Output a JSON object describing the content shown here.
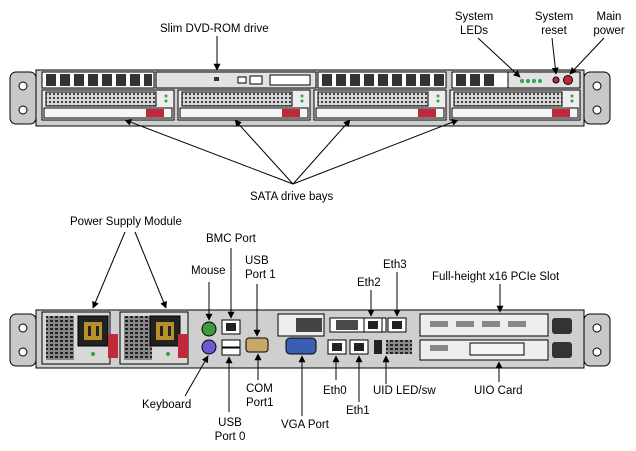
{
  "labels": {
    "slim_dvd": "Slim DVD-ROM drive",
    "system_leds": [
      "System",
      "LEDs"
    ],
    "system_reset": [
      "System",
      "reset"
    ],
    "main_power": [
      "Main",
      "power"
    ],
    "sata_bays": "SATA drive bays",
    "psu_module": "Power Supply Module",
    "bmc_port": "BMC Port",
    "mouse": "Mouse",
    "usb_port1": [
      "USB",
      "Port 1"
    ],
    "eth2": "Eth2",
    "eth3": "Eth3",
    "pcie_slot": "Full-height x16 PCIe Slot",
    "keyboard": "Keyboard",
    "usb_port0": [
      "USB",
      "Port 0"
    ],
    "com_port1": [
      "COM",
      "Port1"
    ],
    "vga_port": "VGA Port",
    "eth0": "Eth0",
    "eth1": "Eth1",
    "uid_led": "UID LED/sw",
    "uio_card": "UIO Card"
  },
  "colors": {
    "chassis": "#cfcfcf",
    "panel_dark": "#4a4a4a",
    "release_red": "#c0283c",
    "led_green": "#2fa24a",
    "mouse_green": "#3f9a3f",
    "keyboard_purple": "#6a5acd",
    "vga_blue": "#3a5fb0"
  }
}
